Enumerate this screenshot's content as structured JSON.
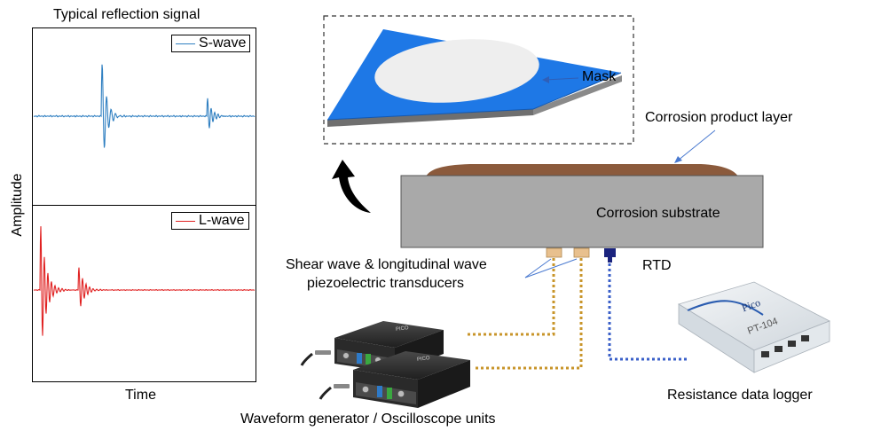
{
  "signal_panel": {
    "title": "Typical reflection signal",
    "ylabel": "Amplitude",
    "xlabel": "Time",
    "s_wave": {
      "legend": "S-wave",
      "color": "#2f7fc1"
    },
    "l_wave": {
      "legend": "L-wave",
      "color": "#e02020"
    }
  },
  "labels": {
    "mask": "Mask",
    "corrosion_product": "Corrosion product layer",
    "substrate": "Corrosion substrate",
    "rtd": "RTD",
    "transducers_line1": "Shear wave & longitudinal wave",
    "transducers_line2": "piezoelectric transducers",
    "logger": "Resistance data logger",
    "generator": "Waveform generator / Oscilloscope units",
    "logger_brand": "Pico",
    "logger_model": "PT-104",
    "scope_brand": "PICO"
  },
  "colors": {
    "mask_blue": "#1e78e6",
    "substrate_gray": "#a9a9a9",
    "corrosion_brown": "#8b5a3c",
    "transducer_tan": "#e8c08e",
    "rtd_navy": "#1a237e",
    "cable_gold": "#c8952a",
    "cable_blue": "#3a5fc8"
  }
}
